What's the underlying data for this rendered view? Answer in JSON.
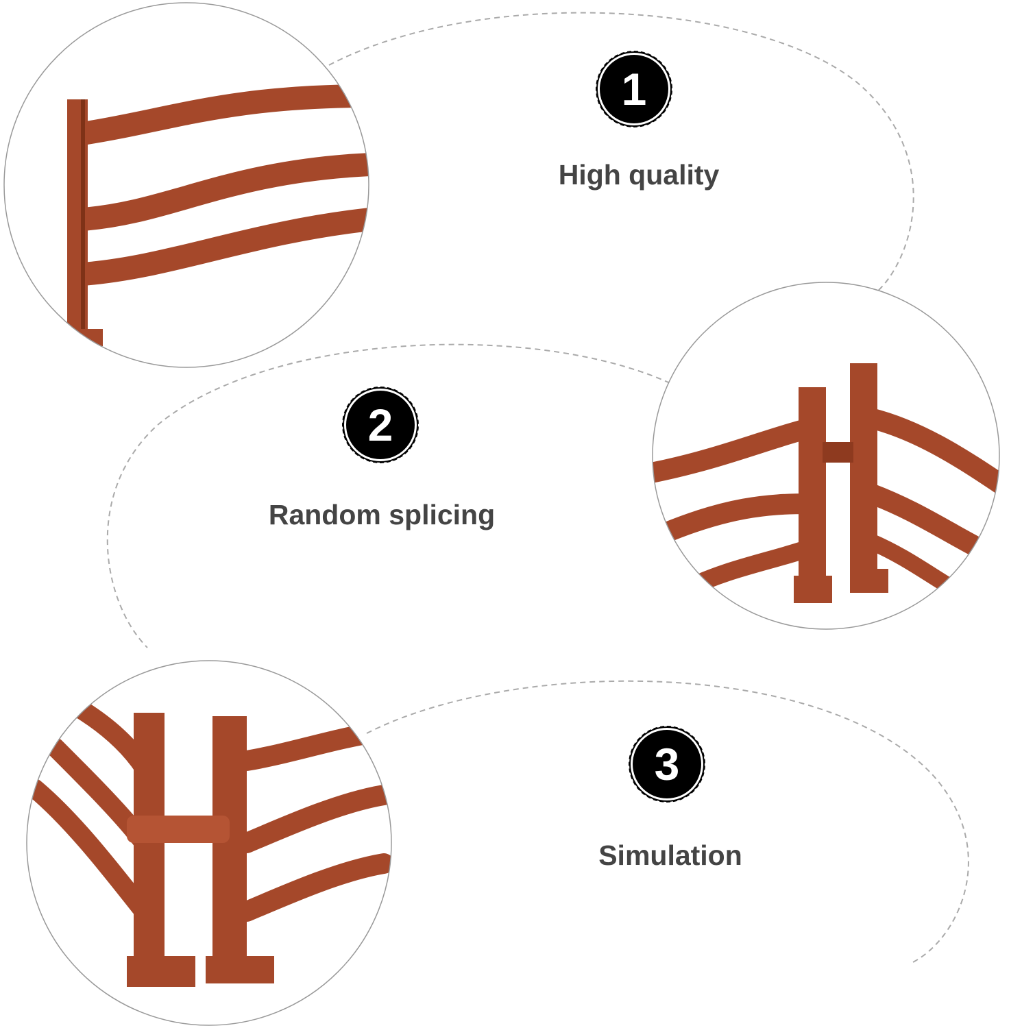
{
  "features": [
    {
      "number": "1",
      "label": "High quality"
    },
    {
      "number": "2",
      "label": "Random splicing"
    },
    {
      "number": "3",
      "label": "Simulation"
    }
  ],
  "colors": {
    "fence": "#a5482a",
    "fence_dark": "#7e3217",
    "text": "#444444",
    "badge": "#000000",
    "dash": "#aaaaaa"
  }
}
